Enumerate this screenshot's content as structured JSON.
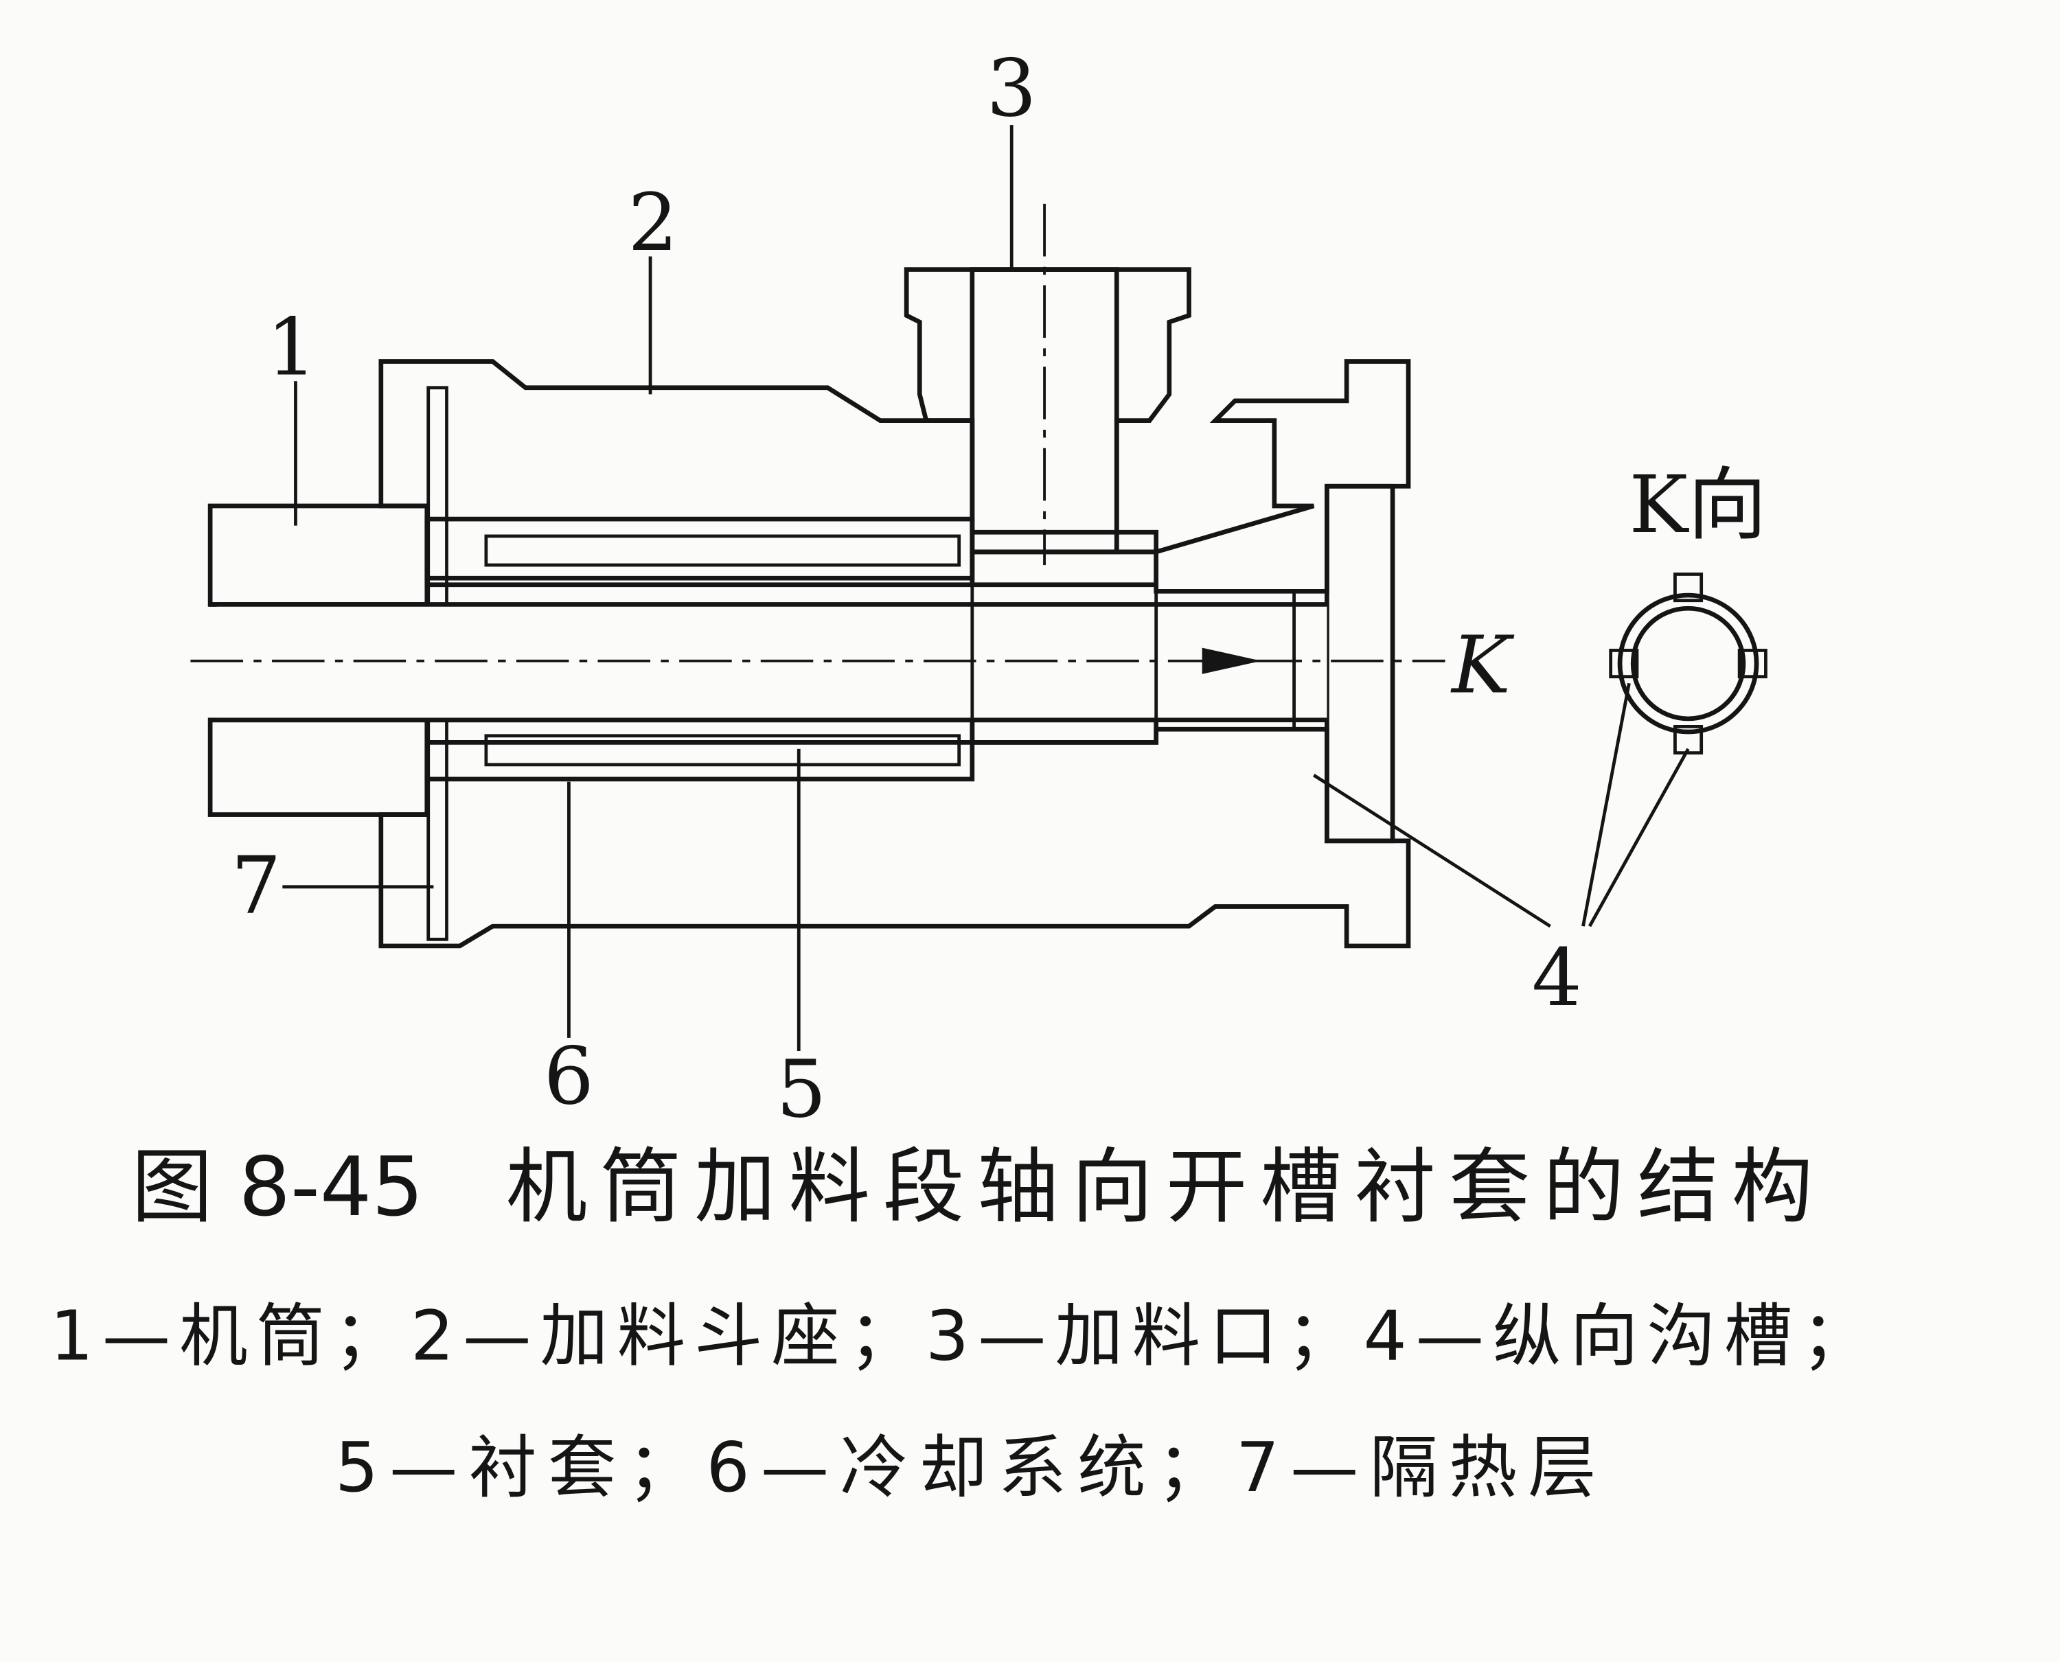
{
  "figure": {
    "part_labels": [
      "1",
      "2",
      "3",
      "4",
      "5",
      "6",
      "7"
    ],
    "view_direction_letter": "K",
    "view_label": "K向",
    "caption_number": "图 8-45",
    "caption_title": "机筒加料段轴向开槽衬套的结构",
    "legend_line1": "1—机筒；2—加料斗座；3—加料口；4—纵向沟槽；",
    "legend_line2": "5—衬套；6—冷却系统；7—隔热层"
  }
}
